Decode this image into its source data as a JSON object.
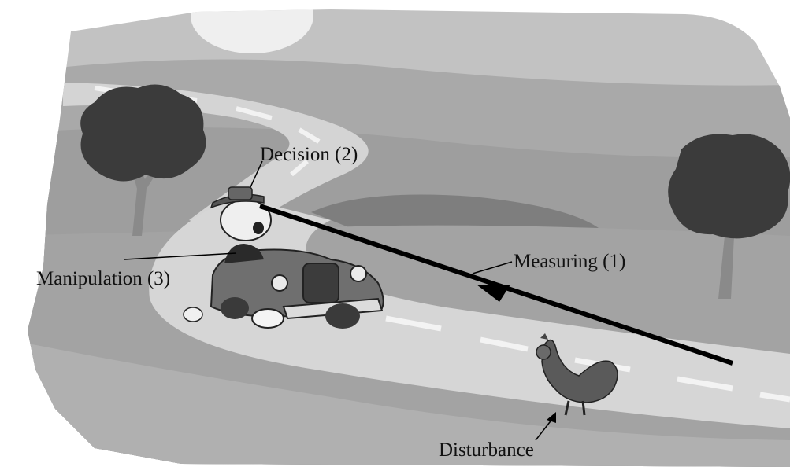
{
  "labels": {
    "decision": "Decision (2)",
    "manipulation": "Manipulation (3)",
    "measuring": "Measuring (1)",
    "disturbance": "Disturbance"
  },
  "colors": {
    "sky": "#bdbdbd",
    "hills": "#a6a6a6",
    "grass": "#9b9b9b",
    "road": "#d3d3d3",
    "tree": "#3d3d3d",
    "car": "#707070",
    "arrow": "#000000"
  }
}
